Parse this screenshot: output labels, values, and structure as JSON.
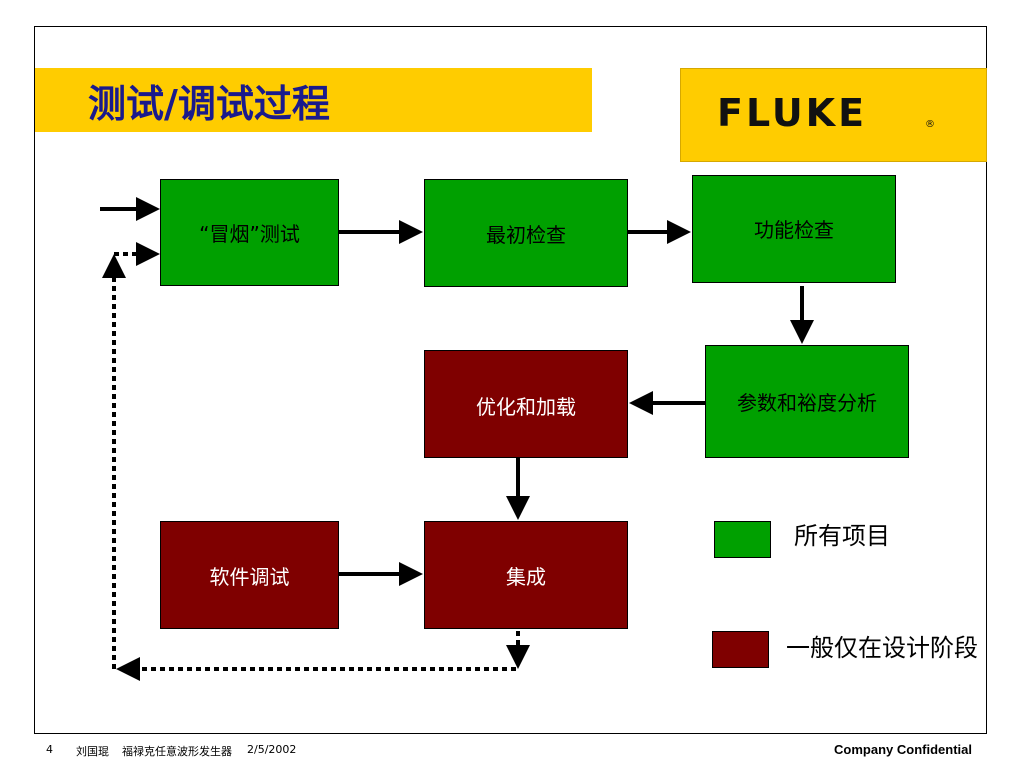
{
  "title": "测试/调试过程",
  "logo": {
    "text": "FLUKE",
    "registered": "®"
  },
  "boxes": {
    "smoke_test": "“冒烟”测试",
    "initial_check": "最初检查",
    "function_check": "功能检查",
    "param_analysis": "参数和裕度分析",
    "optimize_load": "优化和加载",
    "software_debug": "软件调试",
    "integration": "集成"
  },
  "legend": {
    "all_items": "所有项目",
    "design_only": "一般仅在设计阶段"
  },
  "colors": {
    "green": "#00a000",
    "dark_red": "#7f0000",
    "title_bar": "#ffcc00",
    "title_text": "#1a1a8c"
  },
  "footer": {
    "page_number": "4",
    "author": "刘国琨",
    "subject": "福禄克任意波形发生器",
    "date": "2/5/2002",
    "confidential": "Company Confidential"
  }
}
